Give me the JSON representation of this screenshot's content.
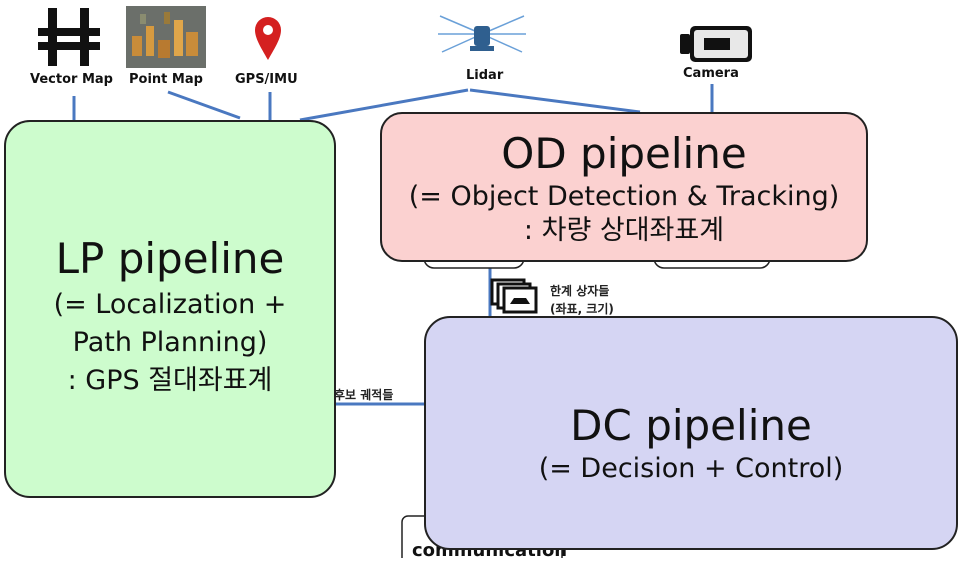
{
  "sources": {
    "vector_map": "Vector Map",
    "point_map": "Point Map",
    "gps_imu": "GPS/IMU",
    "lidar": "Lidar",
    "camera": "Camera"
  },
  "od_pipeline": {
    "title": "OD pipeline",
    "line1": "(= Object Detection & Tracking)",
    "line2": ": 차량 상대좌표계"
  },
  "lp_pipeline": {
    "title": "LP pipeline",
    "line1": "(= Localization +",
    "line2": "Path Planning)",
    "line3": ": GPS 절대좌표계"
  },
  "dc_pipeline": {
    "title": "DC pipeline",
    "line1": "(= Decision + Control)"
  },
  "annotations": {
    "bbox_label_1": "한계 상자들",
    "bbox_label_2": "(좌표, 크기)",
    "candidate_paths": "후보 궤적들",
    "partial_bottom": "communication"
  },
  "colors": {
    "od_fill": "#fbd1d0",
    "lp_fill": "#cdfccd",
    "dc_fill": "#d5d5f3",
    "connector": "#4a78c0"
  }
}
